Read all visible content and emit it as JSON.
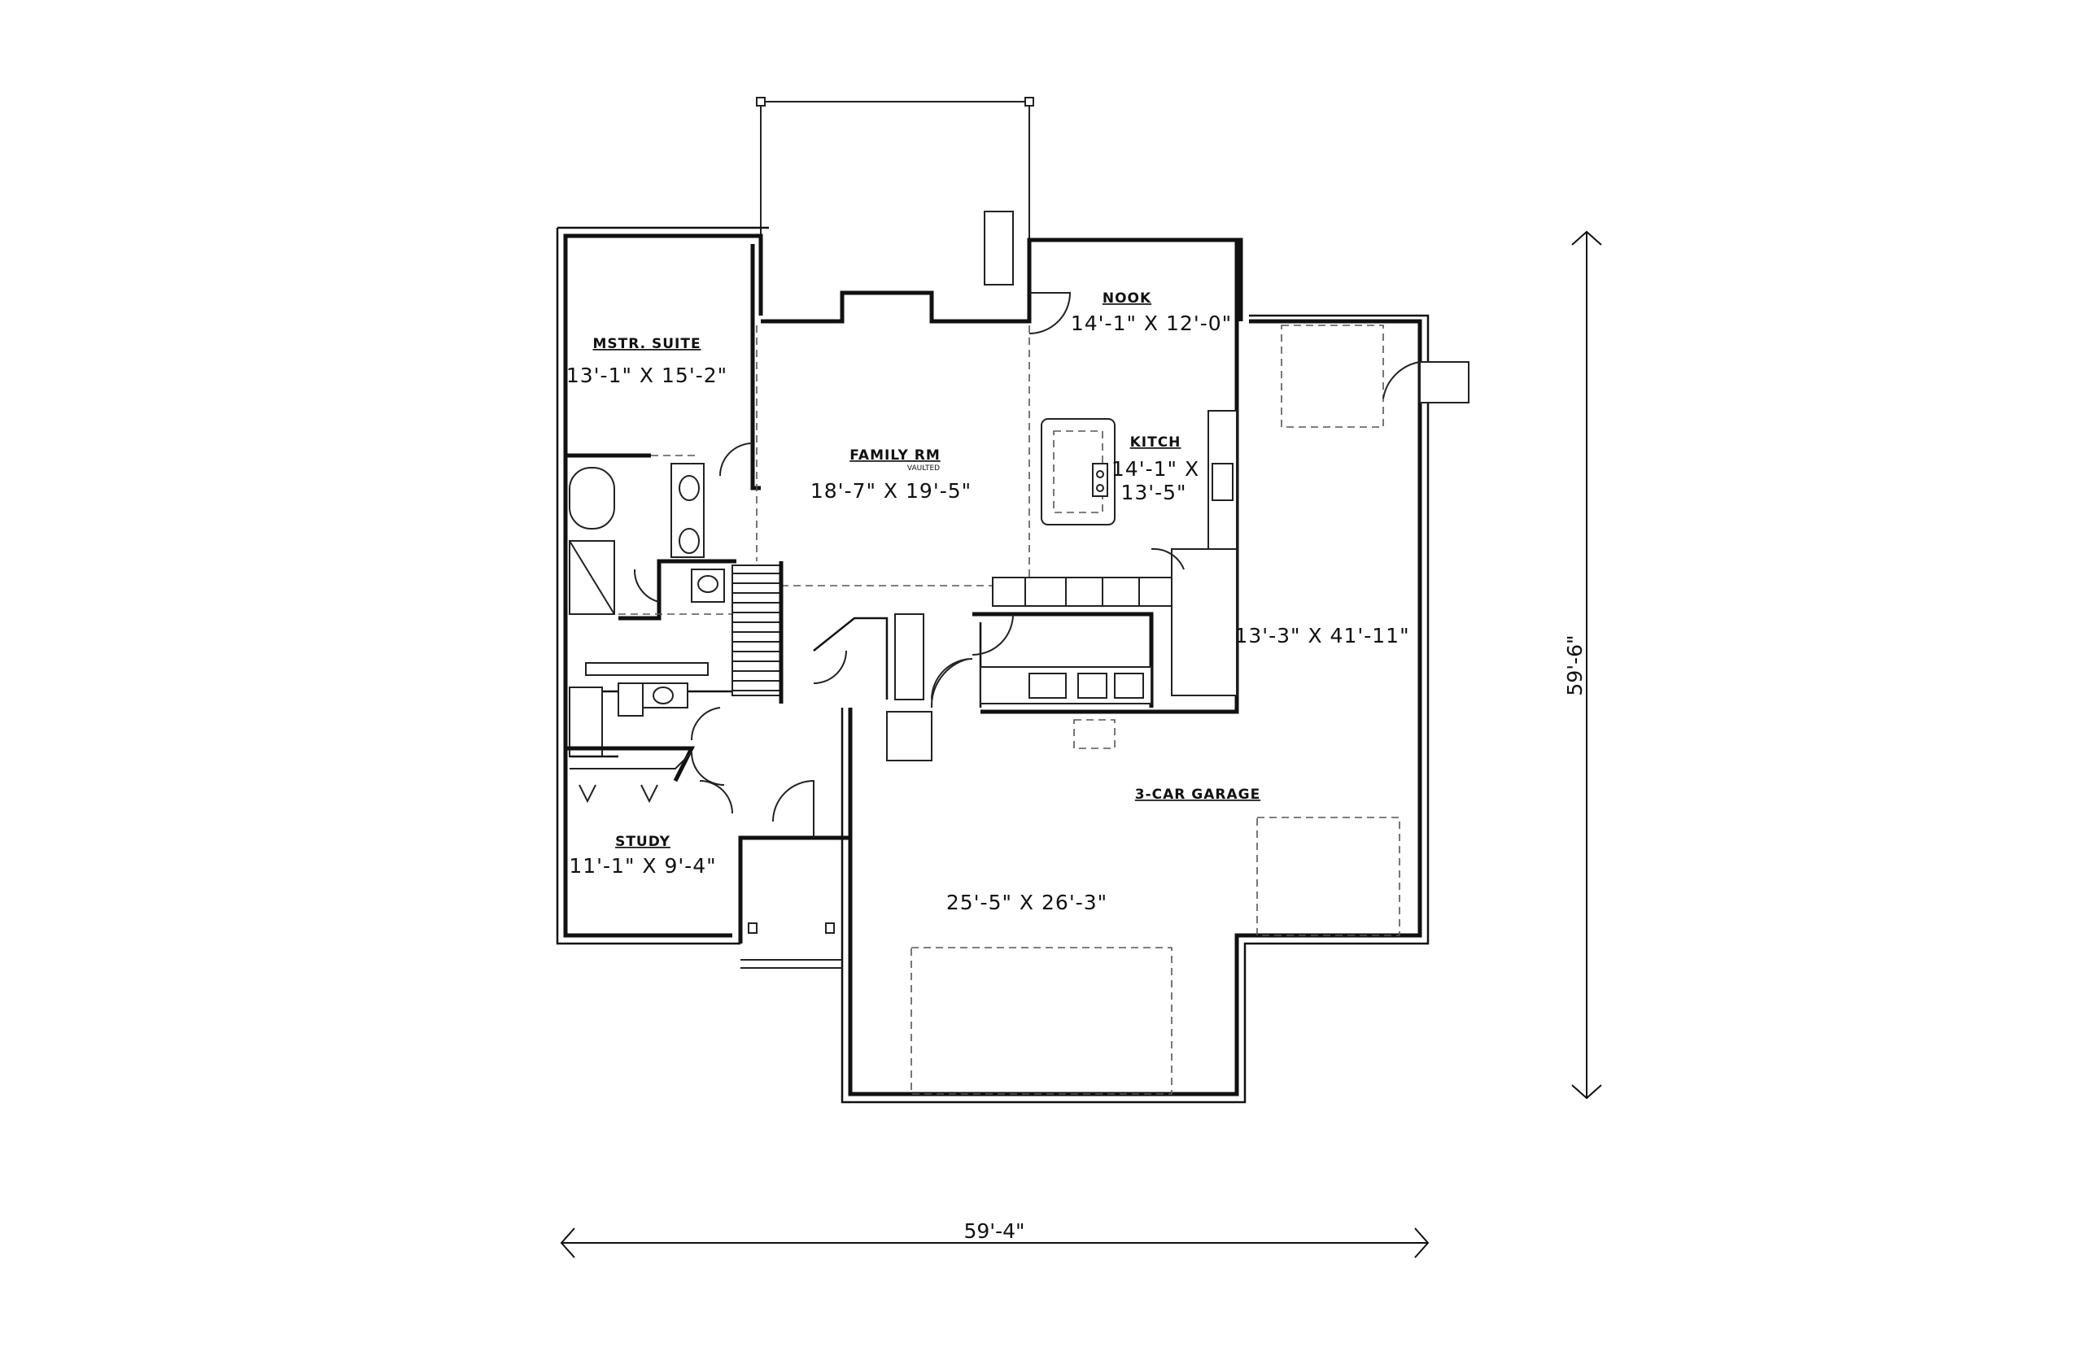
{
  "rooms": {
    "mstr_suite": {
      "name": "MSTR. SUITE",
      "size": "13'-1\" X 15'-2\""
    },
    "nook": {
      "name": "NOOK",
      "size": "14'-1\" X 12'-0\""
    },
    "family_rm": {
      "name": "FAMILY RM",
      "note": "VAULTED",
      "size": "18'-7\" X 19'-5\""
    },
    "kitchen": {
      "name": "KITCH",
      "size_line1": "14'-1\" X",
      "size_line2": "13'-5\""
    },
    "side_garage": {
      "size": "13'-3\" X 41'-11\""
    },
    "garage": {
      "name": "3-CAR GARAGE",
      "size": "25'-5\" X 26'-3\""
    },
    "study": {
      "name": "STUDY",
      "size": "11'-1\" X 9'-4\""
    }
  },
  "dimensions": {
    "overall_width": "59'-4\"",
    "overall_depth": "59'-6\""
  }
}
